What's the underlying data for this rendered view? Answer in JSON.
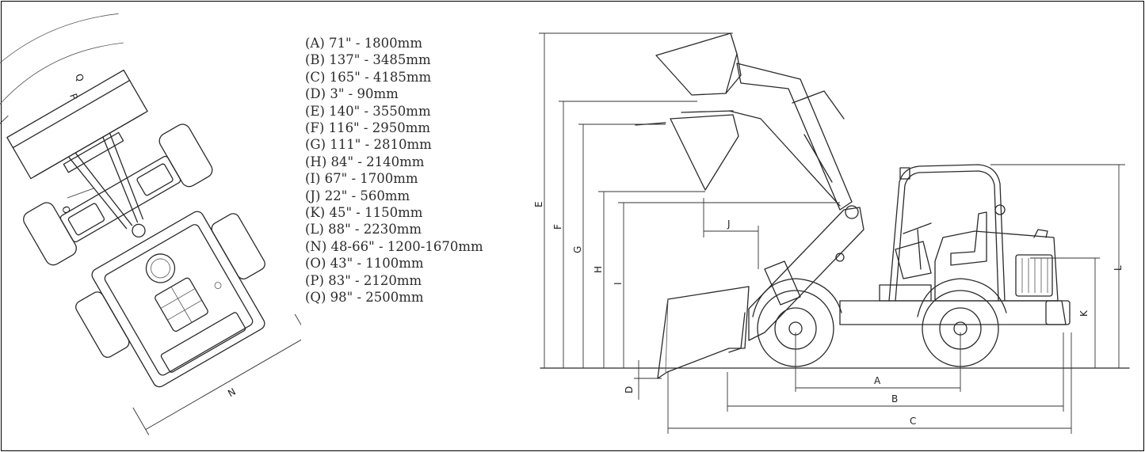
{
  "legend": [
    "(A) 71\" - 1800mm",
    "(B) 137\" - 3485mm",
    "(C) 165\" - 4185mm",
    "(D) 3\" - 90mm",
    "(E) 140\" - 3550mm",
    "(F) 116\" - 2950mm",
    "(G) 111\" - 2810mm",
    "(H) 84\" - 2140mm",
    "(I) 67\" - 1700mm",
    "(J) 22\" - 560mm",
    "(K) 45\" - 1150mm",
    "(L) 88\" - 2230mm",
    "(N) 48-66\" - 1200-1670mm",
    "(O) 43\" - 1100mm",
    "(P) 83\" - 2120mm",
    "(Q) 98\" - 2500mm"
  ],
  "labels": {
    "A": "A",
    "B": "B",
    "C": "C",
    "D": "D",
    "E": "E",
    "F": "F",
    "G": "G",
    "H": "H",
    "I": "I",
    "J": "J",
    "K": "K",
    "L": "L",
    "N": "N",
    "O": "O",
    "P": "P",
    "Q": "Q"
  }
}
